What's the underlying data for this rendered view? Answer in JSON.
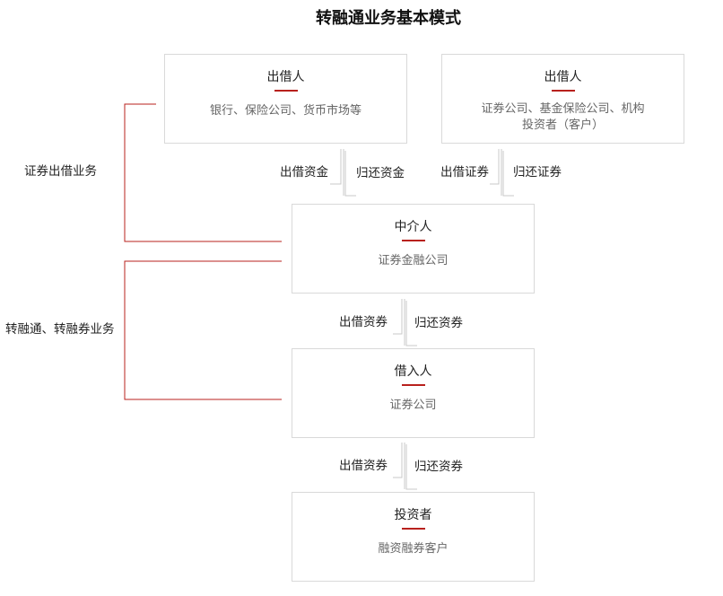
{
  "title": "转融通业务基本模式",
  "boxes": {
    "lender1": {
      "name": "出借人",
      "desc": "银行、保险公司、货币市场等"
    },
    "lender2": {
      "name": "出借人",
      "desc": "证券公司、基金保险公司、机构\n投资者（客户）"
    },
    "intermediary": {
      "name": "中介人",
      "desc": "证券金融公司"
    },
    "borrower": {
      "name": "借入人",
      "desc": "证券公司"
    },
    "investor": {
      "name": "投资者",
      "desc": "融资融券客户"
    }
  },
  "flows": {
    "lend_funds": "出借资金",
    "return_funds": "归还资金",
    "lend_securities": "出借证券",
    "return_securities": "归还证券",
    "lend_assets_1": "出借资券",
    "return_assets_1": "归还资券",
    "lend_assets_2": "出借资券",
    "return_assets_2": "归还资券"
  },
  "sides": {
    "securities_lending": "证券出借业务",
    "refinancing": "转融通、转融券业务"
  },
  "colors": {
    "accent": "#b8211d",
    "border": "#d9d9d9"
  }
}
